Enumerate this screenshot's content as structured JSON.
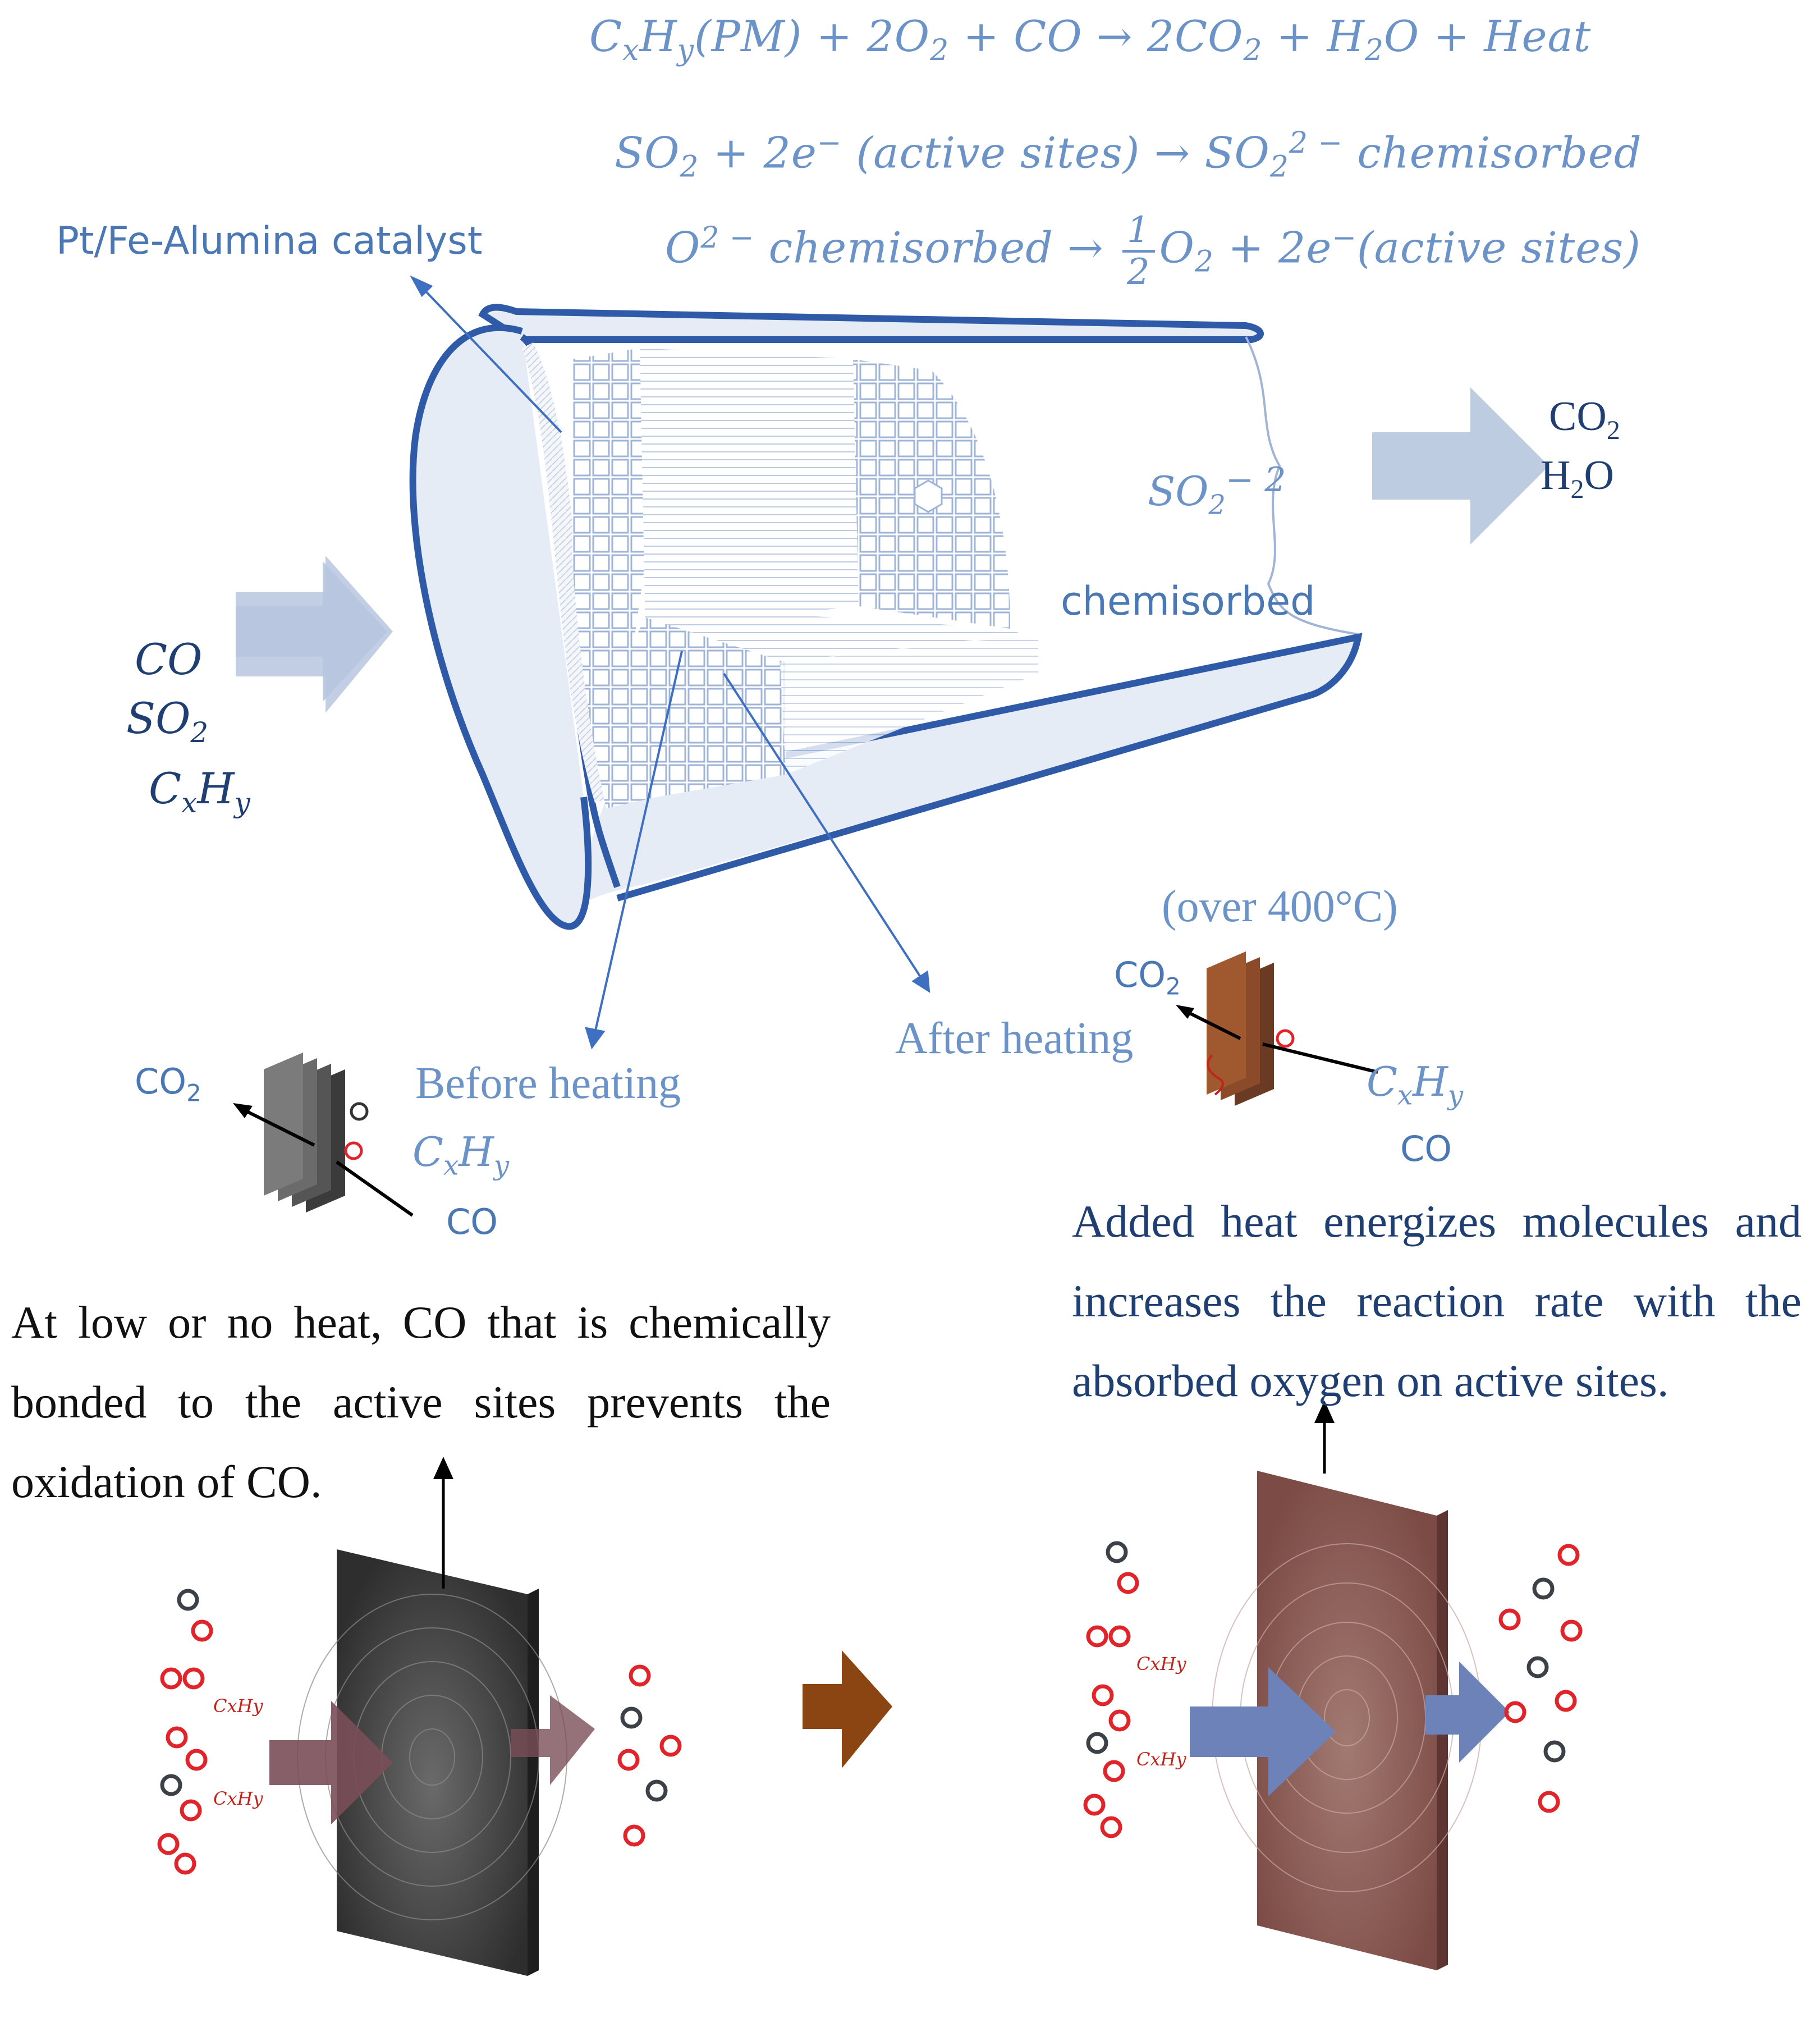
{
  "equations": {
    "eq1": {
      "cx": "C",
      "x": "x",
      "hy": "H",
      "y": "y",
      "pm": "(PM) + 2O",
      "two": "2",
      "plus_co": " + CO → 2CO",
      "two_b": "2",
      "tail": " + H",
      "two_c": "2",
      "o_heat": "O + Heat"
    },
    "eq2": {
      "so": "SO",
      "two": "2",
      "mid": " + 2e",
      "minus": "−",
      "active": " (active sites) → SO",
      "two_b": "2",
      "sup2": "2 −",
      "chem": " chemisorbed"
    },
    "eq3": {
      "o": "O",
      "sup": "2 −",
      "chem": " chemisorbed → ",
      "num": "1",
      "den": "2",
      "o2": "O",
      "two": "2",
      "plus": " + 2e",
      "minus": "−",
      "active": "(active sites)"
    }
  },
  "labels": {
    "catalyst": "Pt/Fe-Alumina catalyst",
    "inlet": {
      "co": "CO",
      "so": "SO",
      "so_sub": "2",
      "cx": "C",
      "x": "x",
      "hy": "H",
      "y": "y"
    },
    "outlet": {
      "co": "CO",
      "co_sub": "2",
      "h": "H",
      "h_sub": "2",
      "o": "O"
    },
    "so2_chem": {
      "so": "SO",
      "sub": "2",
      "sup": "− 2",
      "chem": "chemisorbed"
    },
    "before_heating": "Before heating",
    "after_heating": "After heating",
    "over_temp": "(over 400°C)",
    "left_small": {
      "co2": "CO",
      "co2_sub": "2",
      "cx": "C",
      "x": "x",
      "hy": "H",
      "y": "y",
      "co": "CO"
    },
    "right_small": {
      "co2": "CO",
      "co2_sub": "2",
      "cx": "C",
      "x": "x",
      "hy": "H",
      "y": "y",
      "co": "CO"
    }
  },
  "paragraphs": {
    "low_heat": "At low or no heat, CO that is chemically bonded to the active sites prevents the oxidation of CO.",
    "added_heat": "Added heat energizes molecules and increases the reaction rate with the absorbed oxygen on active sites."
  },
  "plate_labels": {
    "left_a": "CxHy",
    "left_b": "CxHy",
    "right_a": "CxHy",
    "right_b": "CxHy"
  },
  "colors": {
    "tube_outline": "#2e5aa8",
    "tube_fill": "#e6ecf6",
    "arrow_light": "#b7c6de",
    "text_blue": "#6b93c7",
    "dark_plate": "#3a3a3a",
    "brown_plate": "#8a5a52",
    "brown_arrow": "#8b4513",
    "mauve_arrow": "#7a4e58",
    "slate_arrow": "#6d82b8",
    "oxygen": "#e0242a",
    "carbon": "#3c4148"
  }
}
